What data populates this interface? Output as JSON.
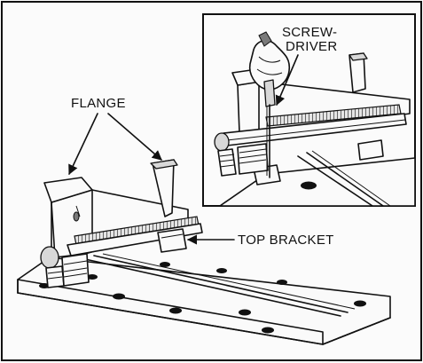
{
  "labels": {
    "flange": "FLANGE",
    "screwdriver_line1": "SCREW-",
    "screwdriver_line2": "DRIVER",
    "top_bracket": "TOP BRACKET"
  }
}
